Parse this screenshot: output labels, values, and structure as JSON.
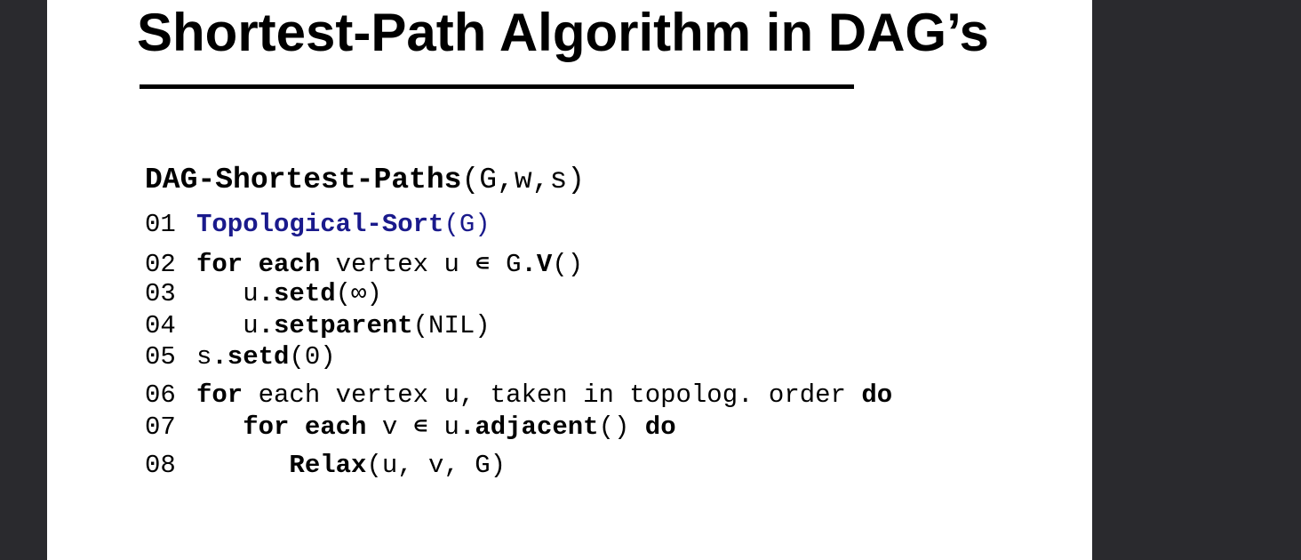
{
  "slide": {
    "title": "Shortest-Path Algorithm in DAG’s"
  },
  "algorithm": {
    "name": "DAG-Shortest-Paths",
    "params": "(G,w,s)",
    "lines": [
      {
        "num": "01",
        "indent": "",
        "parts": [
          {
            "text": "Topological-Sort",
            "bold": true,
            "color": "#1a1a8c"
          },
          {
            "text": "(G)",
            "bold": false,
            "color": "#1a1a8c"
          }
        ]
      },
      {
        "num": "02",
        "indent": "",
        "parts": [
          {
            "text": "for each",
            "bold": true
          },
          {
            "text": " vertex u ∊ G",
            "bold": false
          },
          {
            "text": ".V",
            "bold": true
          },
          {
            "text": "()",
            "bold": false
          }
        ]
      },
      {
        "num": "03",
        "indent": "   ",
        "parts": [
          {
            "text": "u",
            "bold": false
          },
          {
            "text": ".setd",
            "bold": true
          },
          {
            "text": "(∞)",
            "bold": false
          }
        ]
      },
      {
        "num": "04",
        "indent": "   ",
        "parts": [
          {
            "text": "u",
            "bold": false
          },
          {
            "text": ".setparent",
            "bold": true
          },
          {
            "text": "(NIL)",
            "bold": false
          }
        ]
      },
      {
        "num": "05",
        "indent": "",
        "parts": [
          {
            "text": "s",
            "bold": false
          },
          {
            "text": ".setd",
            "bold": true
          },
          {
            "text": "(0)",
            "bold": false
          }
        ]
      },
      {
        "num": "06",
        "indent": "",
        "parts": [
          {
            "text": "for",
            "bold": true
          },
          {
            "text": " each vertex u, taken in topolog. order ",
            "bold": false
          },
          {
            "text": "do",
            "bold": true
          }
        ]
      },
      {
        "num": "07",
        "indent": "   ",
        "parts": [
          {
            "text": "for each",
            "bold": true
          },
          {
            "text": " v ∊ u",
            "bold": false
          },
          {
            "text": ".adjacent",
            "bold": true
          },
          {
            "text": "() ",
            "bold": false
          },
          {
            "text": "do",
            "bold": true
          }
        ]
      },
      {
        "num": "08",
        "indent": "      ",
        "parts": [
          {
            "text": "Relax",
            "bold": true
          },
          {
            "text": "(u, v, G)",
            "bold": false
          }
        ]
      }
    ]
  }
}
